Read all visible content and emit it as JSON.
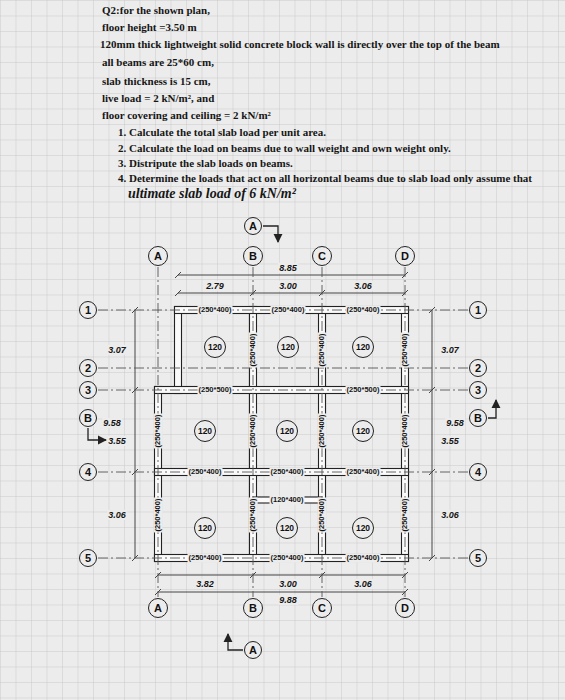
{
  "diagram": {
    "nodes": [
      {
        "text": [
          "A"
        ]
      },
      {
        "text": [
          "A"
        ]
      },
      {
        "text": [
          "B"
        ]
      },
      {
        "text": [
          "C"
        ]
      },
      {
        "text": [
          "D"
        ]
      },
      {
        "text": [
          "1"
        ]
      },
      {
        "text": [
          "1"
        ]
      },
      {
        "text": [
          "120"
        ]
      },
      {
        "text": [
          "120"
        ]
      },
      {
        "text": [
          "120"
        ]
      },
      {
        "text": [
          "2"
        ]
      },
      {
        "text": [
          "2"
        ]
      },
      {
        "text": [
          "3"
        ]
      },
      {
        "text": [
          "3"
        ]
      },
      {
        "text": [
          "B"
        ]
      },
      {
        "text": [
          "B"
        ]
      },
      {
        "text": [
          "120"
        ]
      },
      {
        "text": [
          "120"
        ]
      },
      {
        "text": [
          "120"
        ]
      },
      {
        "text": [
          "4"
        ]
      },
      {
        "text": [
          "4"
        ]
      },
      {
        "text": [
          "120"
        ]
      },
      {
        "text": [
          "120"
        ]
      },
      {
        "text": [
          "120"
        ]
      },
      {
        "text": [
          "5"
        ]
      },
      {
        "text": [
          "5"
        ]
      },
      {
        "text": [
          "A"
        ]
      },
      {
        "text": [
          "B"
        ]
      },
      {
        "text": [
          "C"
        ]
      },
      {
        "text": [
          "D"
        ]
      },
      {
        "text": [
          "A"
        ]
      }
    ],
    "edges": [
      {
        "from": 1,
        "to": 26,
        "arrow": "none"
      },
      {
        "from": 2,
        "to": 27,
        "arrow": "none"
      },
      {
        "from": 3,
        "to": 28,
        "arrow": "none"
      },
      {
        "from": 4,
        "to": 29,
        "arrow": "none"
      },
      {
        "from": 5,
        "to": 6,
        "arrow": "none"
      },
      {
        "from": 10,
        "to": 11,
        "arrow": "none"
      },
      {
        "from": 12,
        "to": 13,
        "arrow": "none"
      },
      {
        "from": 19,
        "to": 20,
        "arrow": "none"
      },
      {
        "from": 24,
        "to": 25,
        "arrow": "none"
      }
    ],
    "labels": [
      "Q2:for the shown plan,",
      "floor height =3.50 m",
      "120mm thick lightweight solid concrete block wall is directly over the top of the beam",
      "all beams are 25*60 cm,",
      "slab thickness is 15 cm,",
      "live load = 2 kN/m², and",
      "floor covering and ceiling = 2 kN/m²",
      "1. Calculate the total slab load per unit area.",
      "2. Calculate the load on beams due to wall weight and own weight only.",
      "3. Distripute the slab loads on beams.",
      "4. Determine the loads that act on all horizontal beams due to slab load only assume that",
      "ultimate slab load of 6 kN/m²",
      "2.79",
      "8.85",
      "3.00",
      "3.06",
      "3.07",
      "9.58",
      "3.55",
      "3.06",
      "3.07",
      "9.58",
      "3.55",
      "3.06",
      "(250*400)",
      "(250*400)",
      "(250*400)",
      "(250*400)",
      "(250*400)",
      "(250*400)",
      "(250*500)",
      "(250*500)",
      "(250*400)",
      "(250*400)",
      "(250*400)",
      "(250*400)",
      "(250*400)",
      "(250*400)",
      "(250*400)",
      "(120*400)",
      "(250*400)",
      "(250*400)",
      "(250*400)",
      "(250*400)",
      "(250*400)",
      "(250*400)",
      "(250*400)",
      "3.82",
      "3.00",
      "9.88",
      "3.06"
    ]
  }
}
